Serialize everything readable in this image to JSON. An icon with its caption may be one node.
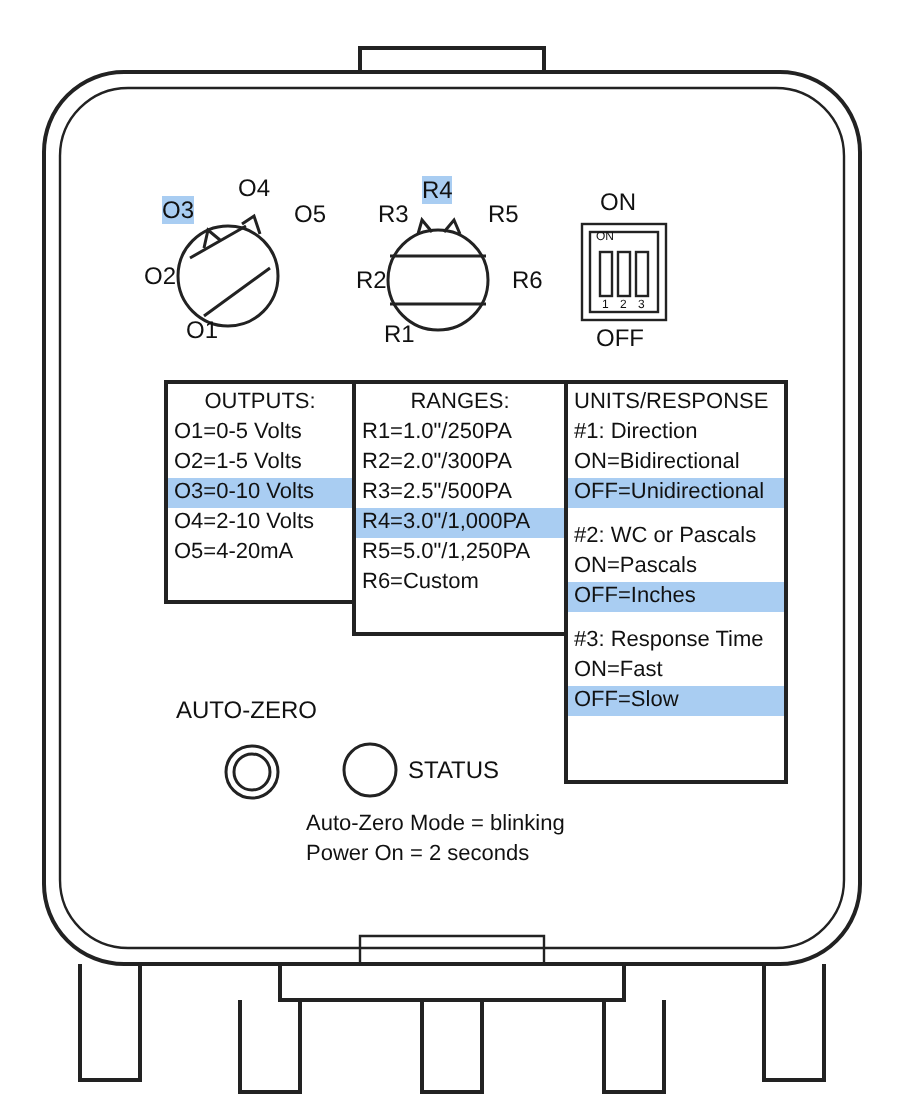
{
  "diagram": {
    "nodes": [
      {
        "text": [
          "OUTPUTS:",
          "O1=0-5 Volts",
          "O2=1-5 Volts",
          "O3=0-10 Volts",
          "O4=2-10 Volts",
          "O5=4-20mA"
        ]
      },
      {
        "text": [
          "RANGES:",
          "R1=1.0\"/250PA",
          "R2=2.0\"/300PA",
          "R3=2.5\"/500PA",
          "R4=3.0\"/1,000PA",
          "R5=5.0\"/1,250PA",
          "R6=Custom"
        ]
      },
      {
        "text": [
          "UNITS/RESPONSE",
          "#1: Direction",
          "ON=Bidirectional",
          "OFF=Unidirectional",
          "#2: WC or Pascals",
          "ON=Pascals",
          "OFF=Inches",
          "#3: Response Time",
          "ON=Fast",
          "OFF=Slow"
        ]
      }
    ],
    "labels": [
      "O3",
      "O4",
      "O5",
      "R4",
      "R3",
      "R5",
      "ON",
      "O2",
      "R2",
      "R6",
      "ON",
      "1",
      "2",
      "3",
      "O1",
      "R1",
      "OFF",
      "AUTO-ZERO",
      "STATUS",
      "Auto-Zero Mode = blinking",
      "Power On = 2 seconds"
    ]
  }
}
